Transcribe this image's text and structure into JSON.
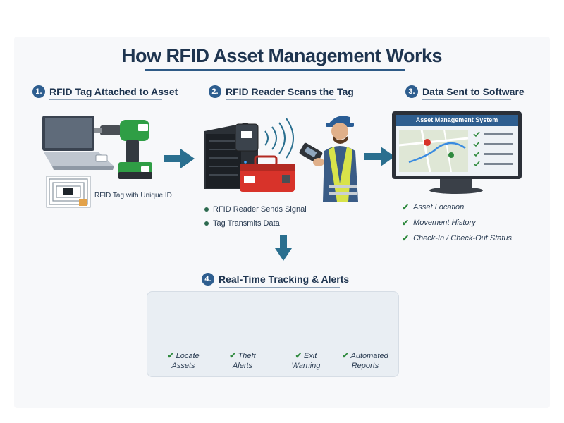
{
  "title": "How RFID Asset Management Works",
  "steps": [
    {
      "num": "1.",
      "label": "RFID Tag Attached to Asset"
    },
    {
      "num": "2.",
      "label": "RFID Reader Scans the Tag"
    },
    {
      "num": "3.",
      "label": "Data Sent to Software"
    },
    {
      "num": "4.",
      "label": "Real-Time Tracking & Alerts"
    }
  ],
  "tag_label": "RFID Tag with Unique ID",
  "reader_bullets": [
    "RFID Reader Sends Signal",
    "Tag Transmits Data"
  ],
  "software_title": "Asset Management System",
  "software_features": [
    "Asset Location",
    "Movement History",
    "Check-In / Check-Out Status"
  ],
  "alerts": [
    {
      "line1": "Locate",
      "line2": "Assets",
      "icon": "map-pin-icon"
    },
    {
      "line1": "Theft",
      "line2": "Alerts",
      "icon": "warning-shield-icon"
    },
    {
      "line1": "Exit",
      "line2": "Warning",
      "icon": "alarm-light-icon"
    },
    {
      "line1": "Automated",
      "line2": "Reports",
      "icon": "clipboard-report-icon"
    }
  ],
  "colors": {
    "navy": "#1f3550",
    "accent_blue": "#2e5e8f",
    "check_green": "#2f8a3e",
    "alarm_red": "#d8332a"
  }
}
